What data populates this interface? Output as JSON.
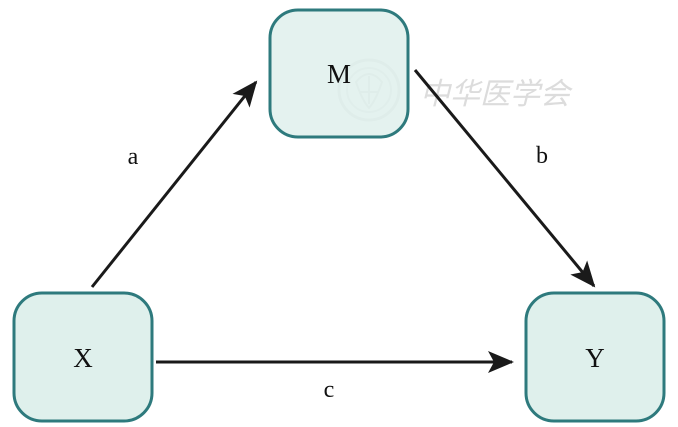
{
  "diagram": {
    "nodes": {
      "mediator": "M",
      "exposure": "X",
      "outcome": "Y"
    },
    "paths": {
      "a": "a",
      "b": "b",
      "c": "c"
    },
    "watermark": {
      "text": "中华医学会"
    },
    "colors": {
      "node_fill": "#dff0ec",
      "node_stroke": "#2e7a7d",
      "arrow": "#1a1a1a",
      "watermark": "#d9d9d9"
    }
  }
}
